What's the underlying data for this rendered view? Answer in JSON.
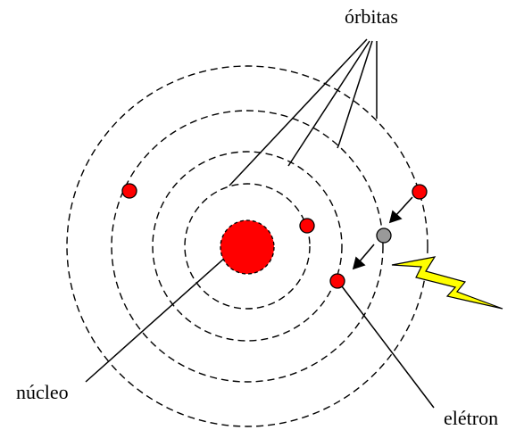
{
  "labels": {
    "orbits": "órbitas",
    "nucleus": "núcleo",
    "electron": "elétron"
  },
  "colors": {
    "nucleus": "#ff0000",
    "electron": "#ff0000",
    "transitional_electron": "#999999",
    "lightning": "#ffff00",
    "line": "#000000"
  },
  "orbit_count": 4,
  "electron_count": 4
}
